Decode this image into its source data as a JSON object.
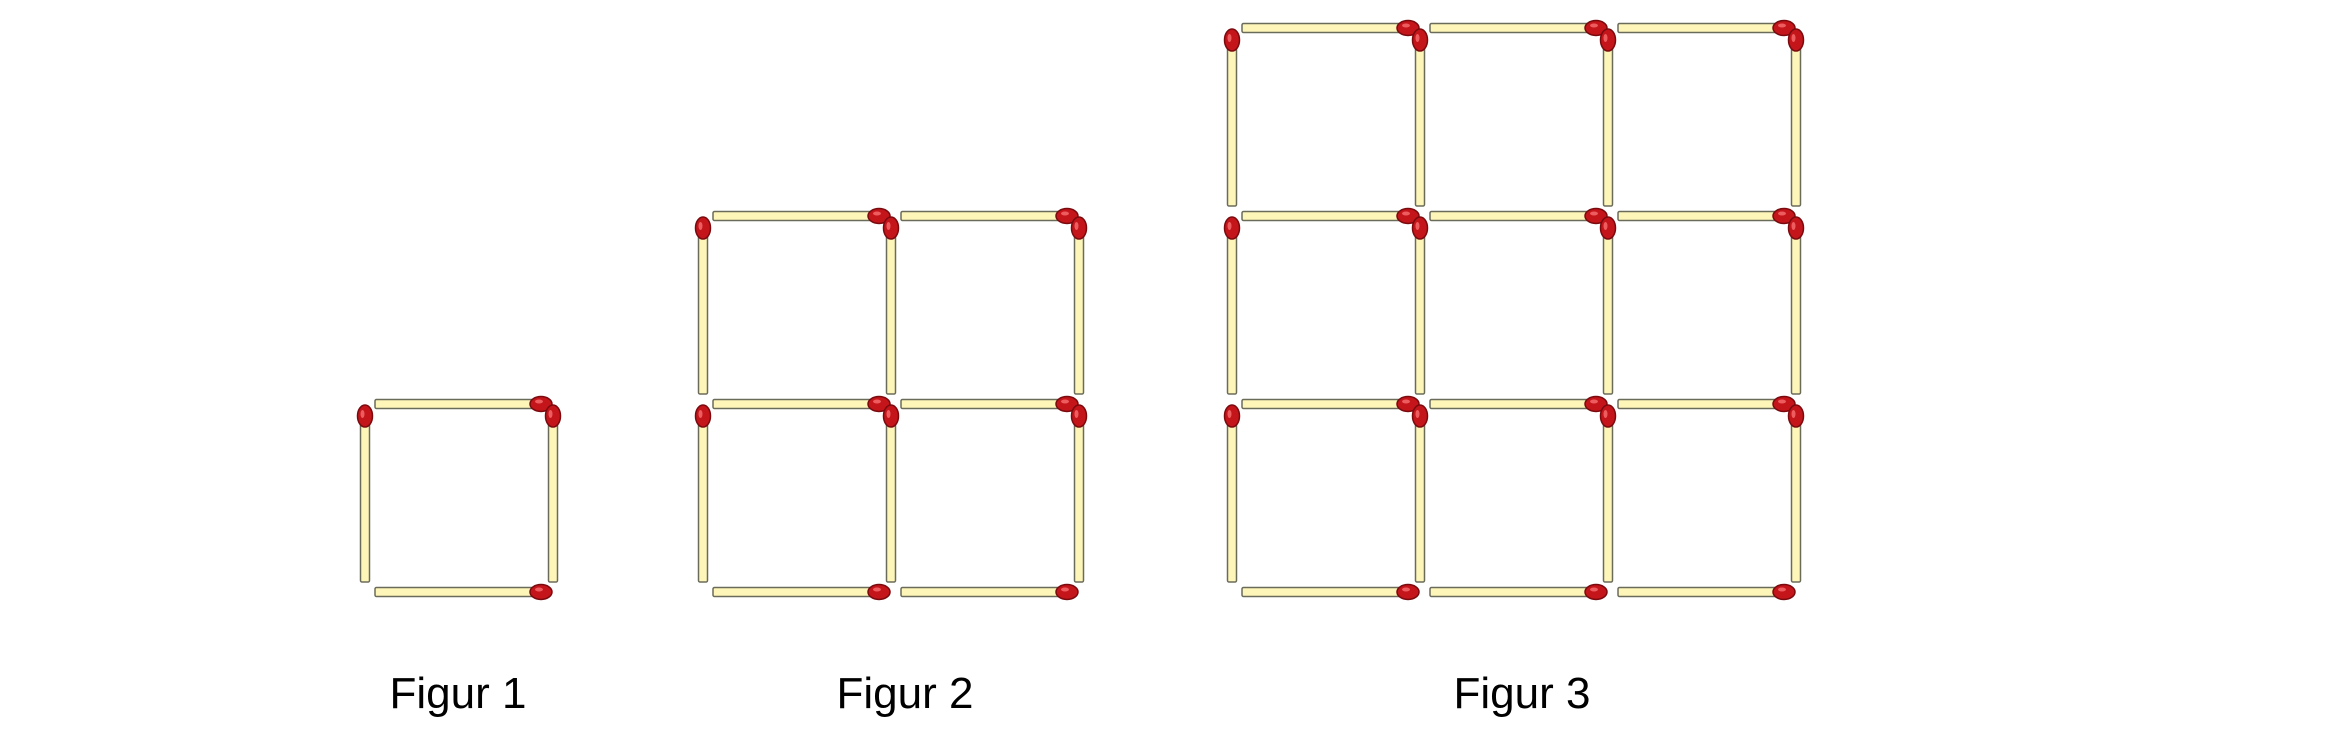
{
  "figures": [
    {
      "caption": "Figur 1",
      "grid_size": 1,
      "squares": 1
    },
    {
      "caption": "Figur 2",
      "grid_size": 2,
      "squares": 4
    },
    {
      "caption": "Figur 3",
      "grid_size": 3,
      "squares": 9
    }
  ],
  "colors": {
    "stick_fill": "#fdf6b8",
    "stick_outline": "#6b6b5a",
    "head_fill": "#c4151b",
    "head_dark": "#7a0a0e",
    "background": "#ffffff",
    "text": "#000000"
  },
  "icons": {
    "matchstick": "matchstick-icon"
  }
}
